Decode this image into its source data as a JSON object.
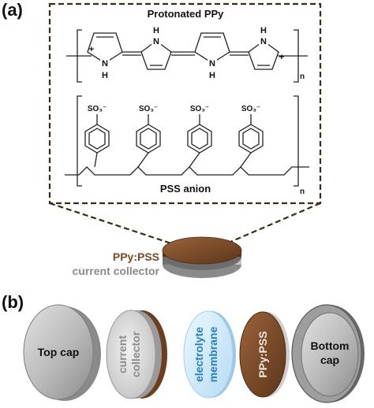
{
  "panel_a": {
    "label": "(a)",
    "polymer_title": "Protonated PPy",
    "anion_title": "PSS anion",
    "repeat_n_top": "n",
    "repeat_n_bottom": "n",
    "nh_label": "N",
    "h_label": "H",
    "plus_sign": "+",
    "sulfonate": "SO₃⁻",
    "disk_label_primary": "PPy:PSS",
    "disk_label_secondary": "current collector"
  },
  "panel_b": {
    "label": "(b)",
    "top_cap": "Top cap",
    "current_collector_line1": "current",
    "current_collector_line2": "collector",
    "electrolyte_line1": "electrolyte",
    "electrolyte_line2": "membrane",
    "ppy_pss": "PPy:PSS",
    "bottom_cap_line1": "Bottom",
    "bottom_cap_line2": "cap"
  },
  "colors": {
    "brown": "#7a4a26",
    "dashed_border": "#3a2a1a",
    "steel": "#b4b4b4",
    "membrane_blue": "#d3ecfa",
    "membrane_text": "#2a7fbf"
  }
}
